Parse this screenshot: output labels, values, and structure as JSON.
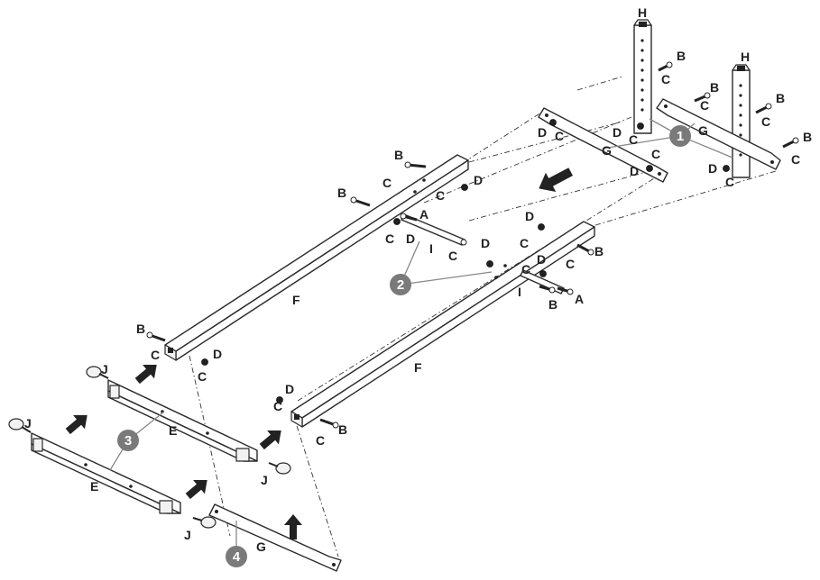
{
  "parts": {
    "A": "A",
    "B": "B",
    "C": "C",
    "D": "D",
    "E": "E",
    "F": "F",
    "G": "G",
    "H": "H",
    "I": "I",
    "J": "J"
  },
  "steps": {
    "s1": "1",
    "s2": "2",
    "s3": "3",
    "s4": "4"
  },
  "colors": {
    "line": "#2a2a2a",
    "step_badge": "#7a7a7a",
    "leader": "#888888",
    "arrow": "#222222"
  }
}
